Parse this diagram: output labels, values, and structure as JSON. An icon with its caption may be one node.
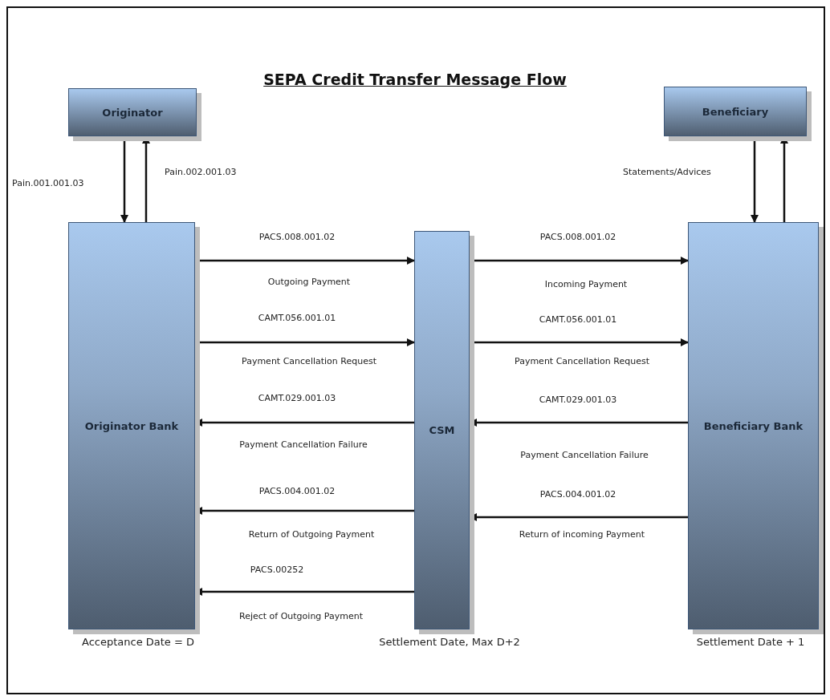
{
  "diagram": {
    "title": "SEPA Credit Transfer Message Flow",
    "nodes": [
      {
        "text": [
          "Originator"
        ]
      },
      {
        "text": [
          "Beneficiary"
        ]
      },
      {
        "text": [
          "Originator Bank"
        ],
        "beside": [
          "Acceptance Date = D"
        ]
      },
      {
        "text": [
          "CSM"
        ],
        "beside": [
          "Settlement Date, Max D+2"
        ]
      },
      {
        "text": [
          "Beneficiary Bank"
        ],
        "beside": [
          "Settlement Date + 1"
        ]
      }
    ],
    "edges": [
      {
        "from": 0,
        "to": 2,
        "arrow": "to",
        "label": "Pain.001.001.03"
      },
      {
        "from": 2,
        "to": 0,
        "arrow": "to",
        "label": "Pain.002.001.03"
      },
      {
        "from": 1,
        "to": 4,
        "arrow": "to",
        "label": "Statements/Advices"
      },
      {
        "from": 4,
        "to": 1,
        "arrow": "to"
      },
      {
        "from": 2,
        "to": 3,
        "arrow": "to",
        "label": "PACS.008.001.02"
      },
      {
        "from": 3,
        "to": 4,
        "arrow": "to",
        "label": "PACS.008.001.02"
      },
      {
        "from": 2,
        "to": 3,
        "arrow": "to",
        "label": "CAMT.056.001.01"
      },
      {
        "from": 3,
        "to": 4,
        "arrow": "to",
        "label": "CAMT.056.001.01"
      },
      {
        "from": 3,
        "to": 2,
        "arrow": "to",
        "label": "CAMT.029.001.03"
      },
      {
        "from": 4,
        "to": 3,
        "arrow": "to",
        "label": "CAMT.029.001.03"
      },
      {
        "from": 3,
        "to": 2,
        "arrow": "to",
        "label": "PACS.004.001.02"
      },
      {
        "from": 4,
        "to": 3,
        "arrow": "to",
        "label": "PACS.004.001.02"
      },
      {
        "from": 3,
        "to": 2,
        "arrow": "to",
        "label": "PACS.00252"
      }
    ],
    "labels": [
      "Outgoing Payment",
      "Incoming Payment",
      "Payment Cancellation Request",
      "Payment Cancellation Request",
      "Payment Cancellation Failure",
      "Payment Cancellation Failure",
      "Return of Outgoing Payment",
      "Return of incoming Payment",
      "Reject of Outgoing Payment"
    ]
  }
}
